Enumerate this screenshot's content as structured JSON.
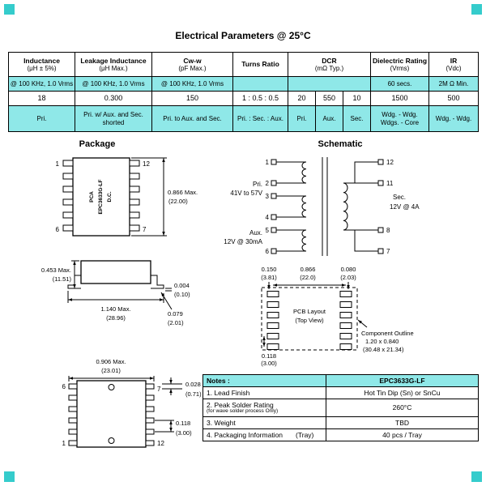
{
  "page": {
    "title": "Electrical Parameters @ 25°C"
  },
  "colors": {
    "cyan_fill": "#8FE8E8",
    "corner_mark": "#35CCCC"
  },
  "sections": {
    "package": "Package",
    "schematic": "Schematic"
  },
  "etable": {
    "inductance": {
      "h1": "Inductance",
      "h2": "(μH ± 5%)",
      "cond": "@ 100 KHz, 1.0 Vrms",
      "value": "18",
      "note": "Pri."
    },
    "leakage": {
      "h1": "Leakage Inductance",
      "h2": "(μH Max.)",
      "cond": "@ 100 KHz, 1.0 Vrms",
      "value": "0.300",
      "note1": "Pri. w/ Aux. and Sec.",
      "note2": "shorted"
    },
    "cww": {
      "h1": "Cw-w",
      "h2": "(pF Max.)",
      "cond": "@ 100 KHz, 1.0 Vrms",
      "value": "150",
      "note": "Pri. to Aux. and Sec."
    },
    "turns": {
      "h1": "Turns Ratio",
      "value": "1 : 0.5 : 0.5",
      "note": "Pri. : Sec. : Aux."
    },
    "dcr": {
      "h1": "DCR",
      "h2": "(mΩ Typ.)",
      "v1": "20",
      "v2": "550",
      "v3": "10",
      "n1": "Pri.",
      "n2": "Aux.",
      "n3": "Sec."
    },
    "dielectric": {
      "h1": "Dielectric Rating",
      "h2": "(Vrms)",
      "cond": "60 secs.",
      "value": "1500",
      "note1": "Wdg. - Wdg.",
      "note2": "Wdgs. - Core"
    },
    "ir": {
      "h1": "IR",
      "h2": "(Vdc)",
      "cond": "2M Ω Min.",
      "value": "500",
      "note": "Wdg. - Wdg."
    }
  },
  "package_top": {
    "pin_tl": "1",
    "pin_bl": "6",
    "pin_tr": "12",
    "pin_br": "7",
    "label_line1": "PCA",
    "label_line2": "EPC3633G-LF",
    "label_line3": "D.C.",
    "dim_height": "0.866 Max.",
    "dim_height_mm": "(22.00)"
  },
  "schematic": {
    "pins_left": [
      "1",
      "2",
      "3",
      "4",
      "5",
      "6"
    ],
    "pins_right": [
      "12",
      "11",
      "8",
      "7"
    ],
    "pri_label": "Pri.",
    "pri_value": "41V to 57V",
    "aux_label": "Aux.",
    "aux_value": "12V @ 30mA",
    "sec_label": "Sec.",
    "sec_value": "12V @ 4A"
  },
  "side_view": {
    "dim_height": "0.453 Max.",
    "dim_height_mm": "(11.51)",
    "dim_standoff": "0.004",
    "dim_standoff_mm": "(0.10)",
    "dim_width": "1.140 Max.",
    "dim_width_mm": "(28.96)",
    "dim_lead": "0.079",
    "dim_lead_mm": "(2.01)"
  },
  "pcb": {
    "dim_pad_left": "0.150",
    "dim_pad_left_mm": "(3.81)",
    "dim_span": "0.866",
    "dim_span_mm": "(22.0)",
    "dim_pad_right": "0.080",
    "dim_pad_right_mm": "(2.03)",
    "title1": "PCB Layout",
    "title2": "(Top View)",
    "dim_pitch": "0.118",
    "dim_pitch_mm": "(3.00)",
    "outline1": "Component Outline",
    "outline2": "1.20 x 0.840",
    "outline3": "(30.48 x 21.34)"
  },
  "package_bottom": {
    "dim_width": "0.906 Max.",
    "dim_width_mm": "(23.01)",
    "pin_tl": "6",
    "pin_tr": "7",
    "pin_bl": "1",
    "pin_br": "12",
    "dim_pin": "0.028",
    "dim_pin_mm": "(0.71)",
    "dim_pitch": "0.118",
    "dim_pitch_mm": "(3.00)"
  },
  "notes": {
    "header_left": "Notes :",
    "header_right": "EPC3633G-LF",
    "rows": [
      {
        "label": "1. Lead Finish",
        "sub": "",
        "value": "Hot Tin Dip (Sn) or SnCu"
      },
      {
        "label": "2. Peak Solder Rating",
        "sub": "(for wave solder process Only)",
        "value": "260°C"
      },
      {
        "label": "3. Weight",
        "sub": "",
        "value": "TBD"
      },
      {
        "label": "4. Packaging Information",
        "sub": "(Tray)",
        "value": "40 pcs / Tray"
      }
    ]
  }
}
